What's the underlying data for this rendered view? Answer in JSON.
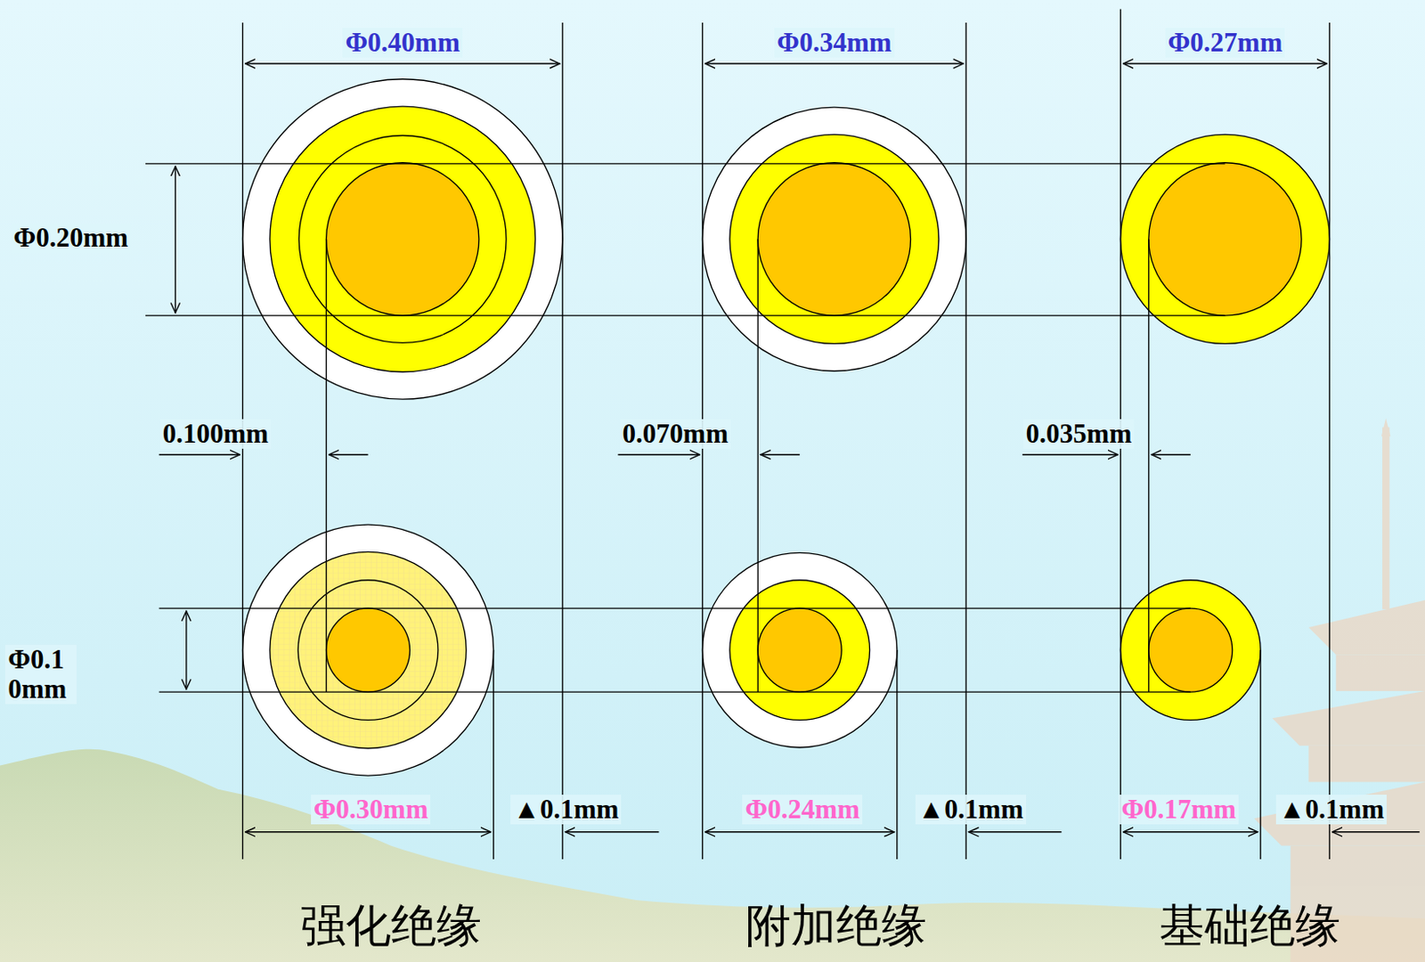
{
  "diagram": {
    "labels": [
      "Φ0.40mm",
      "Φ0.34mm",
      "Φ0.27mm",
      "Φ0.20mm",
      "0.100mm",
      "0.070mm",
      "0.035mm",
      "Φ0.10mm",
      "Φ0.30mm",
      "▲0.1mm",
      "Φ0.24mm",
      "▲0.1mm",
      "Φ0.17mm",
      "▲0.1mm",
      "强化绝缘",
      "附加绝缘",
      "基础绝缘"
    ]
  }
}
